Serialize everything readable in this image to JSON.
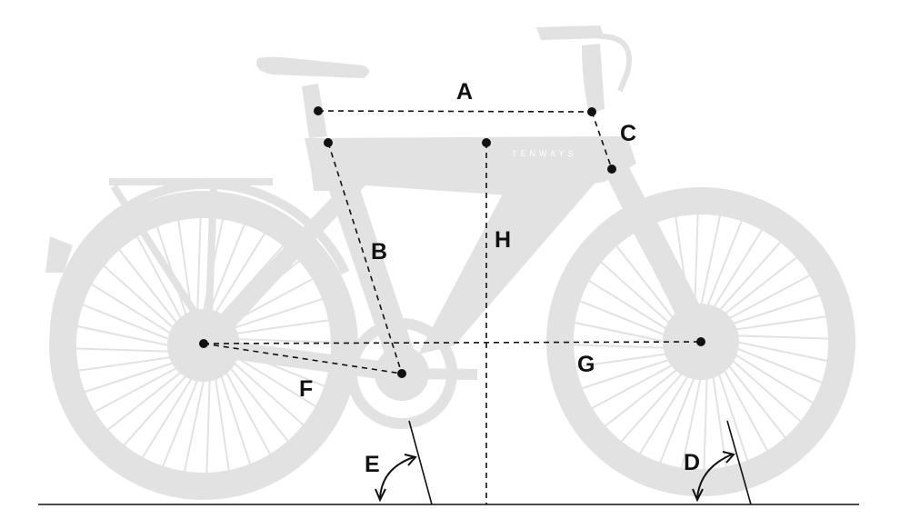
{
  "brand": "TENWAYS",
  "labels": {
    "A": "A",
    "B": "B",
    "C": "C",
    "D": "D",
    "E": "E",
    "F": "F",
    "G": "G",
    "H": "H"
  },
  "colors": {
    "bike": "#e2e2e2",
    "lines": "#111111",
    "background": "#ffffff"
  }
}
